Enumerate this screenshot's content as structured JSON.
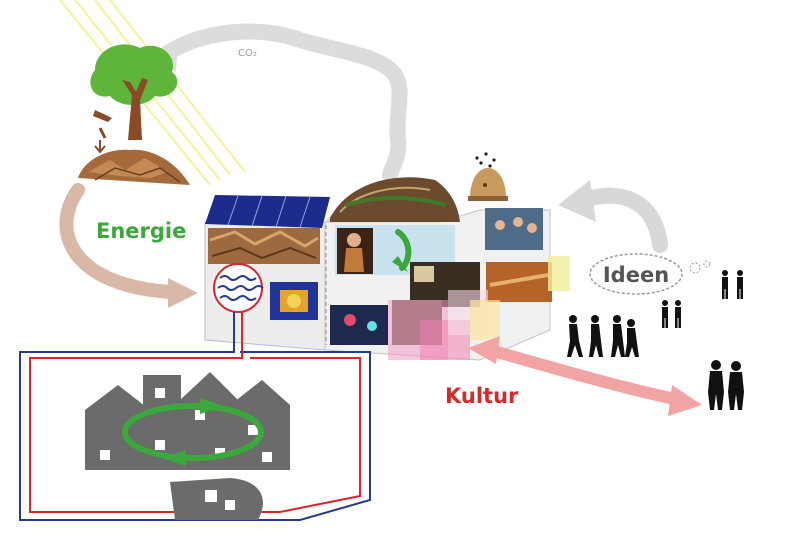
{
  "labels": {
    "energie": "Energie",
    "kultur": "Kultur",
    "ideen": "Ideen",
    "co2": "CO₂"
  },
  "colors": {
    "energie": "#3aa83a",
    "kultur": "#d42a2a",
    "ideen": "#555555",
    "co2": "#9a9a9a",
    "cycle_arrow": "#d8d8d8",
    "energy_arrow": "#d9b8a8",
    "culture_arrow": "#f2a3a3",
    "heating_red": "#d8262f",
    "heating_blue": "#233b8f",
    "town": "#6b6b6b",
    "green_loop": "#3aa83a",
    "solar_panel": "#1c2c8c",
    "sun_rays": "#f5f07a",
    "people": "#111111"
  },
  "icons": {
    "tree": "tree-icon",
    "woodchips": "woodchips-icon",
    "solar": "solar-panel-icon",
    "beehive": "beehive-icon",
    "thought_bubble": "thought-bubble-icon",
    "people": "people-silhouettes-icon",
    "town": "town-silhouette-icon",
    "heat_exchanger": "water-waves-icon",
    "furnace": "furnace-icon"
  }
}
